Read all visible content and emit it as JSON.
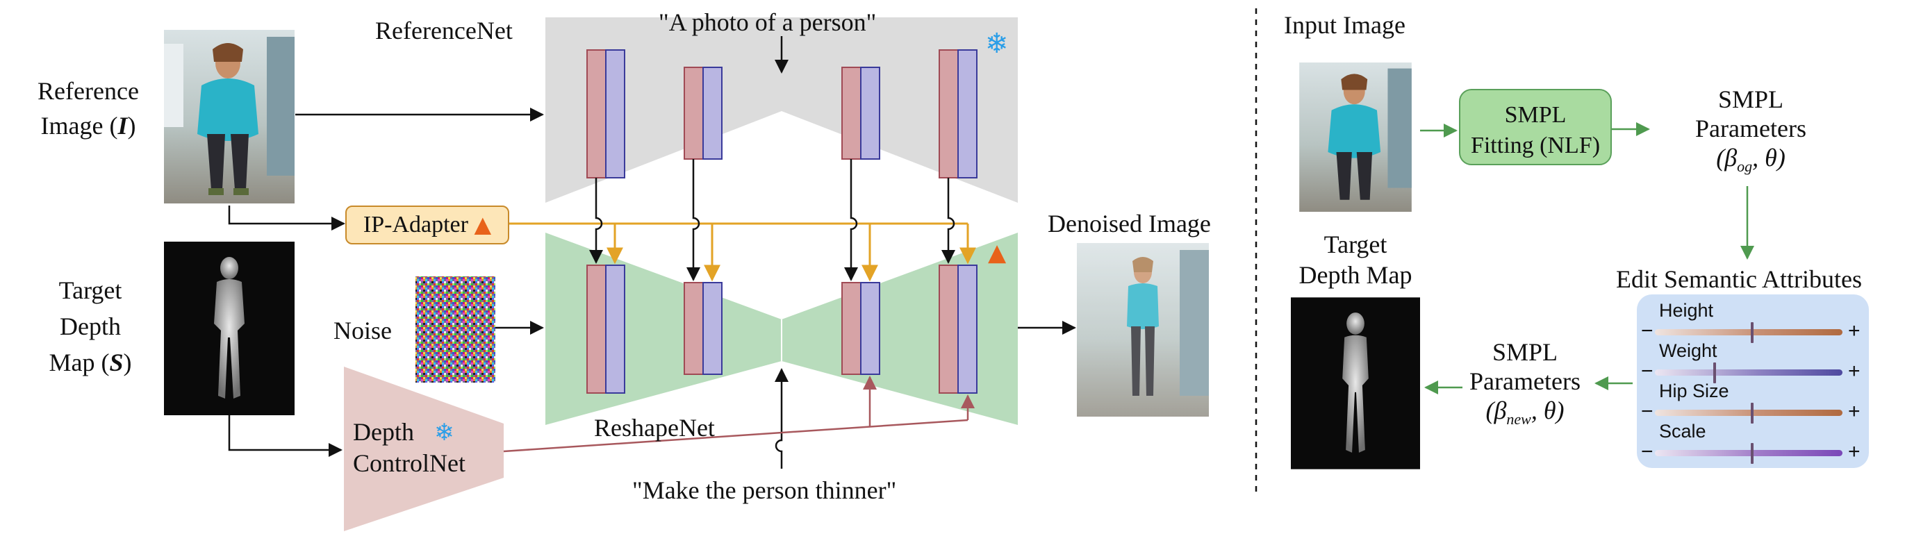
{
  "left": {
    "reference_image_label": "Reference Image (",
    "reference_image_var": "I",
    "target_depth_label_1": "Target",
    "target_depth_label_2": "Depth",
    "target_depth_label_3": "Map (",
    "target_depth_var": "S",
    "close_paren": ")",
    "noise_label": "Noise",
    "ip_adapter_label": "IP-Adapter",
    "depth_controlnet_label_1": "Depth",
    "depth_controlnet_label_2": "ControlNet",
    "referencenet_label": "ReferenceNet",
    "reshapenet_label": "ReshapeNet",
    "prompt_top": "\"A photo of a person\"",
    "prompt_bottom": "\"Make the person thinner\"",
    "denoised_label": "Denoised Image"
  },
  "right": {
    "input_image_label": "Input Image",
    "smpl_fitting_1": "SMPL",
    "smpl_fitting_2": "Fitting (NLF)",
    "smpl_params_1": "SMPL",
    "smpl_params_2": "Parameters",
    "smpl_params_math": "(β_og, θ)",
    "edit_label": "Edit Semantic Attributes",
    "target_depth_1": "Target",
    "target_depth_2": "Depth Map",
    "new_params_1": "SMPL",
    "new_params_2": "Parameters",
    "new_params_math": "(β_new, θ)",
    "sliders": [
      {
        "label": "Height",
        "value": 0.52
      },
      {
        "label": "Weight",
        "value": 0.32
      },
      {
        "label": "Hip Size",
        "value": 0.52
      },
      {
        "label": "Scale",
        "value": 0.52
      }
    ],
    "minus": "−",
    "plus": "+"
  },
  "icons": {
    "frozen": "snowflake-icon",
    "trainable": "fire-icon"
  },
  "colors": {
    "referencenet_fill": "#dcdcdc",
    "reshapenet_fill": "#b8dcbc",
    "controlnet_fill": "#e6cbc8",
    "block_red": "#d6a3a6",
    "block_blue": "#b9b6e2",
    "block_border_red": "#a04a55",
    "block_border_blue": "#3a3a9a",
    "ip_arrow": "#e3a326",
    "control_arrow": "#a8585d",
    "smpl_arrow": "#4f9a4f",
    "sliders_bg": "#cfe0f6"
  }
}
